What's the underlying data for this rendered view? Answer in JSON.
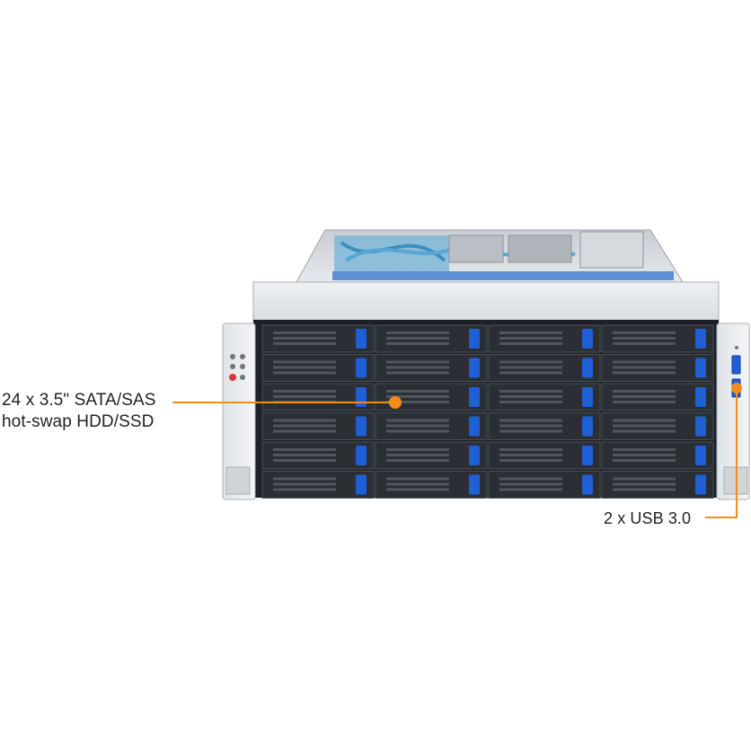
{
  "image": {
    "subject": "4U storage server front view",
    "accent_color": "#f28c1c",
    "bay_tab_color": "#1f5fd6",
    "chassis_color": "#e4e7ea"
  },
  "callouts": {
    "drives_line1": "24 x 3.5\" SATA/SAS",
    "drives_line2": "hot-swap HDD/SSD",
    "usb": "2 x USB 3.0"
  },
  "drive_bays": {
    "columns": 4,
    "rows": 6
  }
}
